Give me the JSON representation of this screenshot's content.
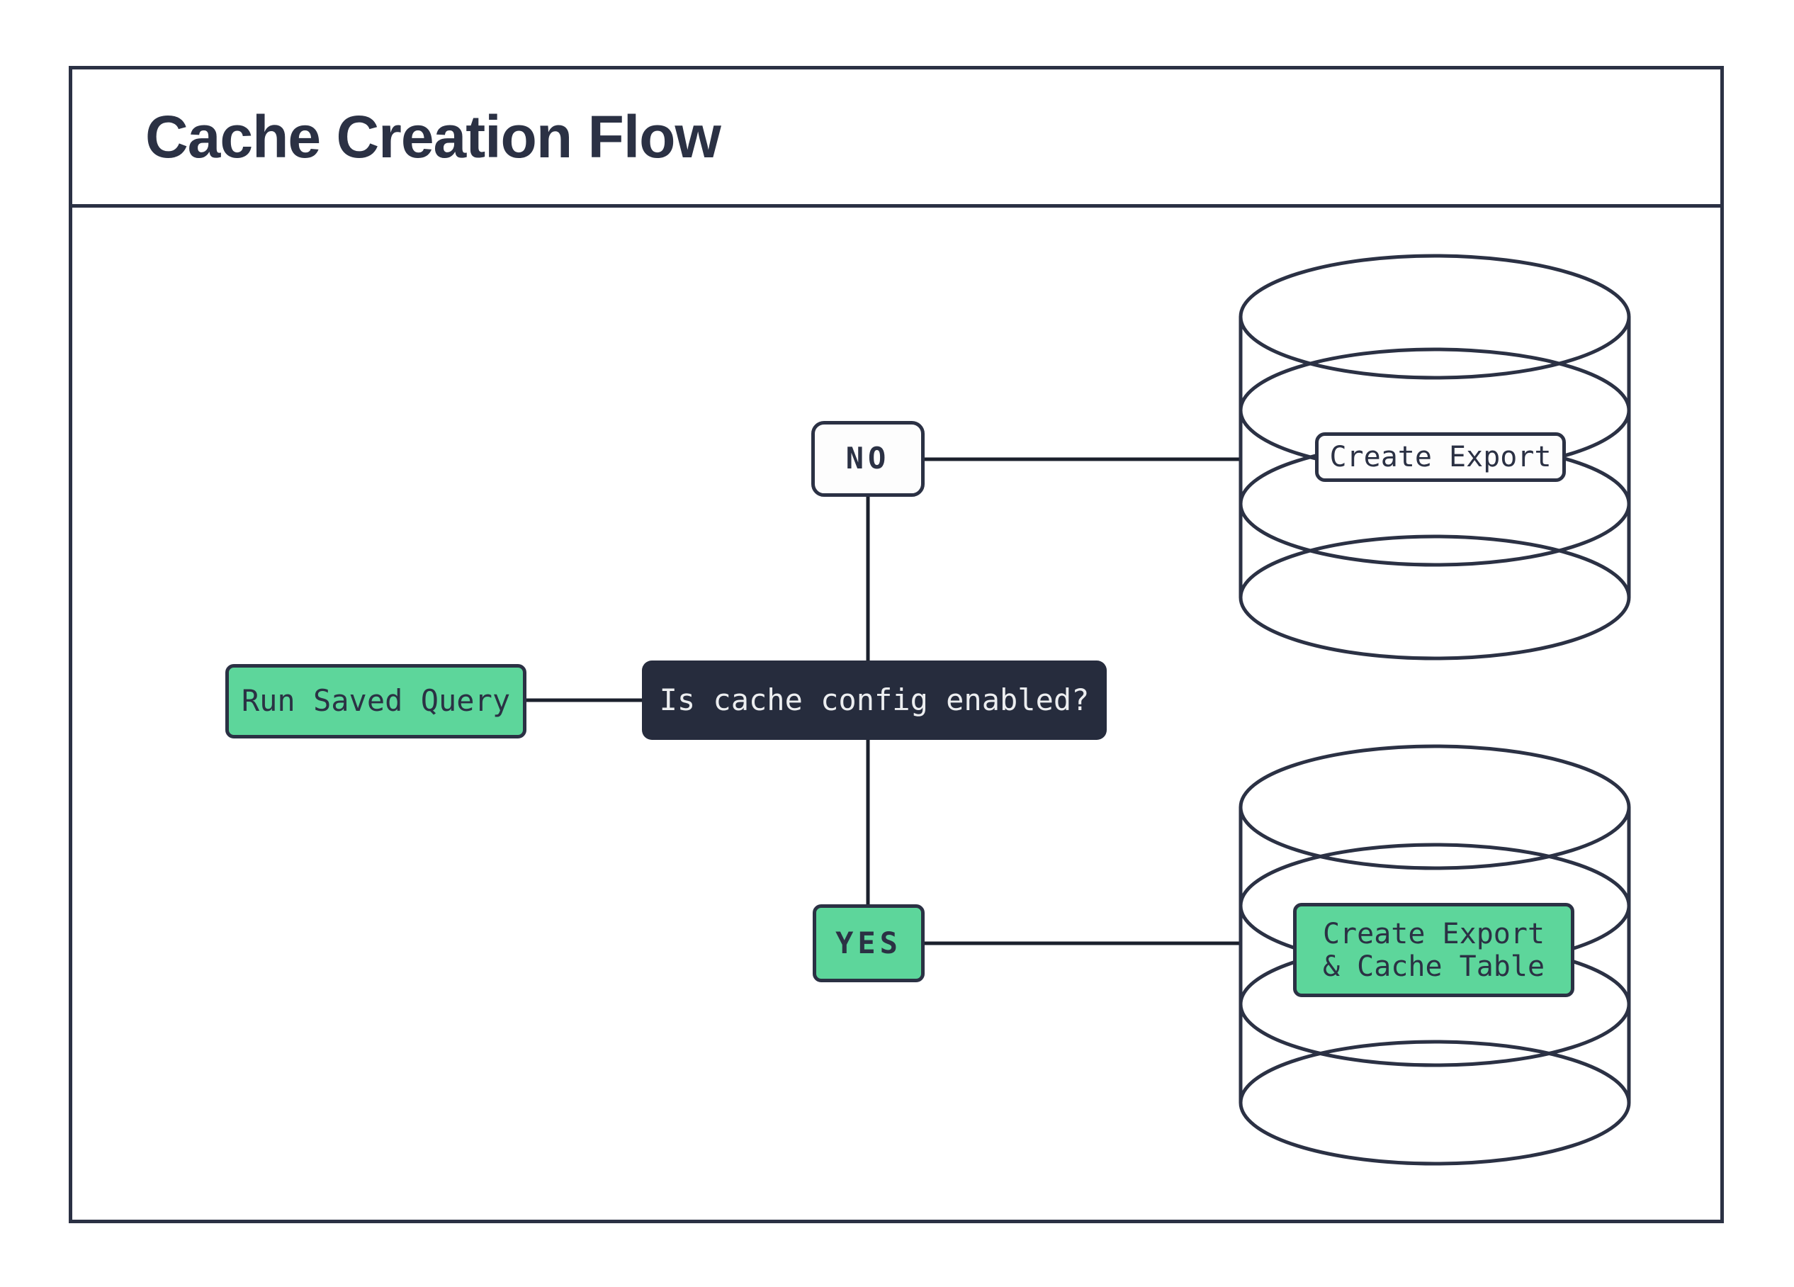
{
  "title": "Cache Creation Flow",
  "diagram": {
    "type": "flowchart",
    "nodes": {
      "start": {
        "label": "Run Saved Query"
      },
      "decision": {
        "label": "Is cache config enabled?"
      },
      "no_branch": {
        "label": "NO"
      },
      "yes_branch": {
        "label": "YES"
      },
      "no_result": {
        "label": "Create Export"
      },
      "yes_result": {
        "label": "Create Export & Cache Table",
        "line1": "Create Export",
        "line2": "& Cache Table"
      }
    },
    "edges": [
      {
        "from": "Run Saved Query",
        "to": "Is cache config enabled?"
      },
      {
        "from": "Is cache config enabled?",
        "to": "NO"
      },
      {
        "from": "NO",
        "to": "Create Export"
      },
      {
        "from": "Is cache config enabled?",
        "to": "YES"
      },
      {
        "from": "YES",
        "to": "Create Export & Cache Table"
      }
    ],
    "colors": {
      "ink": "#2b3144",
      "decision_fill": "#262c3d",
      "accent_green": "#5dd69b",
      "node_white": "#fdfdfd",
      "connector": "#1b202c",
      "light_text": "#eceef0",
      "background": "#ffffff"
    }
  }
}
